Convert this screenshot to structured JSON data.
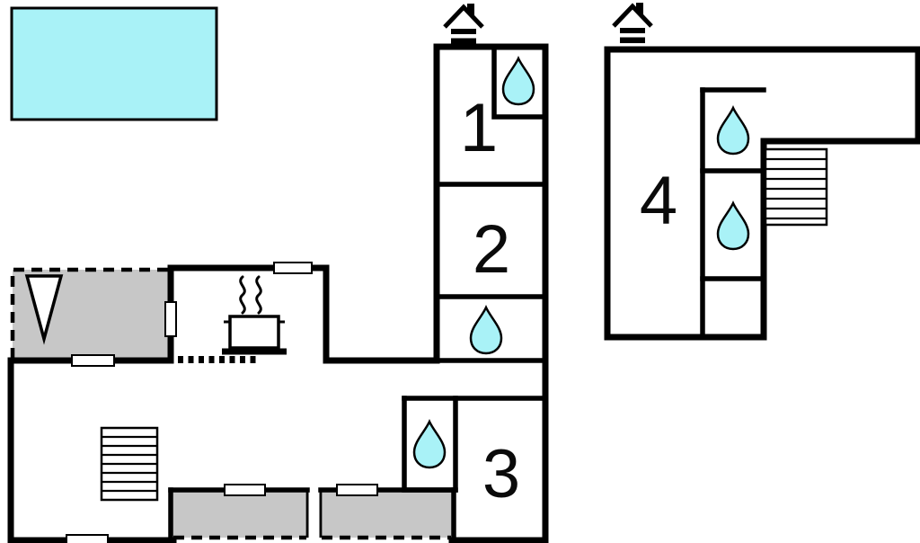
{
  "rooms": [
    {
      "label": "1"
    },
    {
      "label": "2"
    },
    {
      "label": "3"
    },
    {
      "label": "4"
    }
  ],
  "colors": {
    "wall": "#000000",
    "background": "#ffffff",
    "water": "#a9f2f7",
    "pool": "#a9f2f7",
    "terrace": "#c7c7c7"
  },
  "icons": {
    "water_drop": "bathroom-water-drop",
    "chimney": "chimney-fireplace",
    "stairs": "staircase",
    "stove": "stove-with-pot-and-steam",
    "pool": "swimming-pool",
    "triangle": "triangle-marker",
    "window": "window-opening"
  },
  "counts": {
    "bathroom_drops": 5,
    "chimneys": 2,
    "staircases": 2,
    "terraces": 3
  }
}
